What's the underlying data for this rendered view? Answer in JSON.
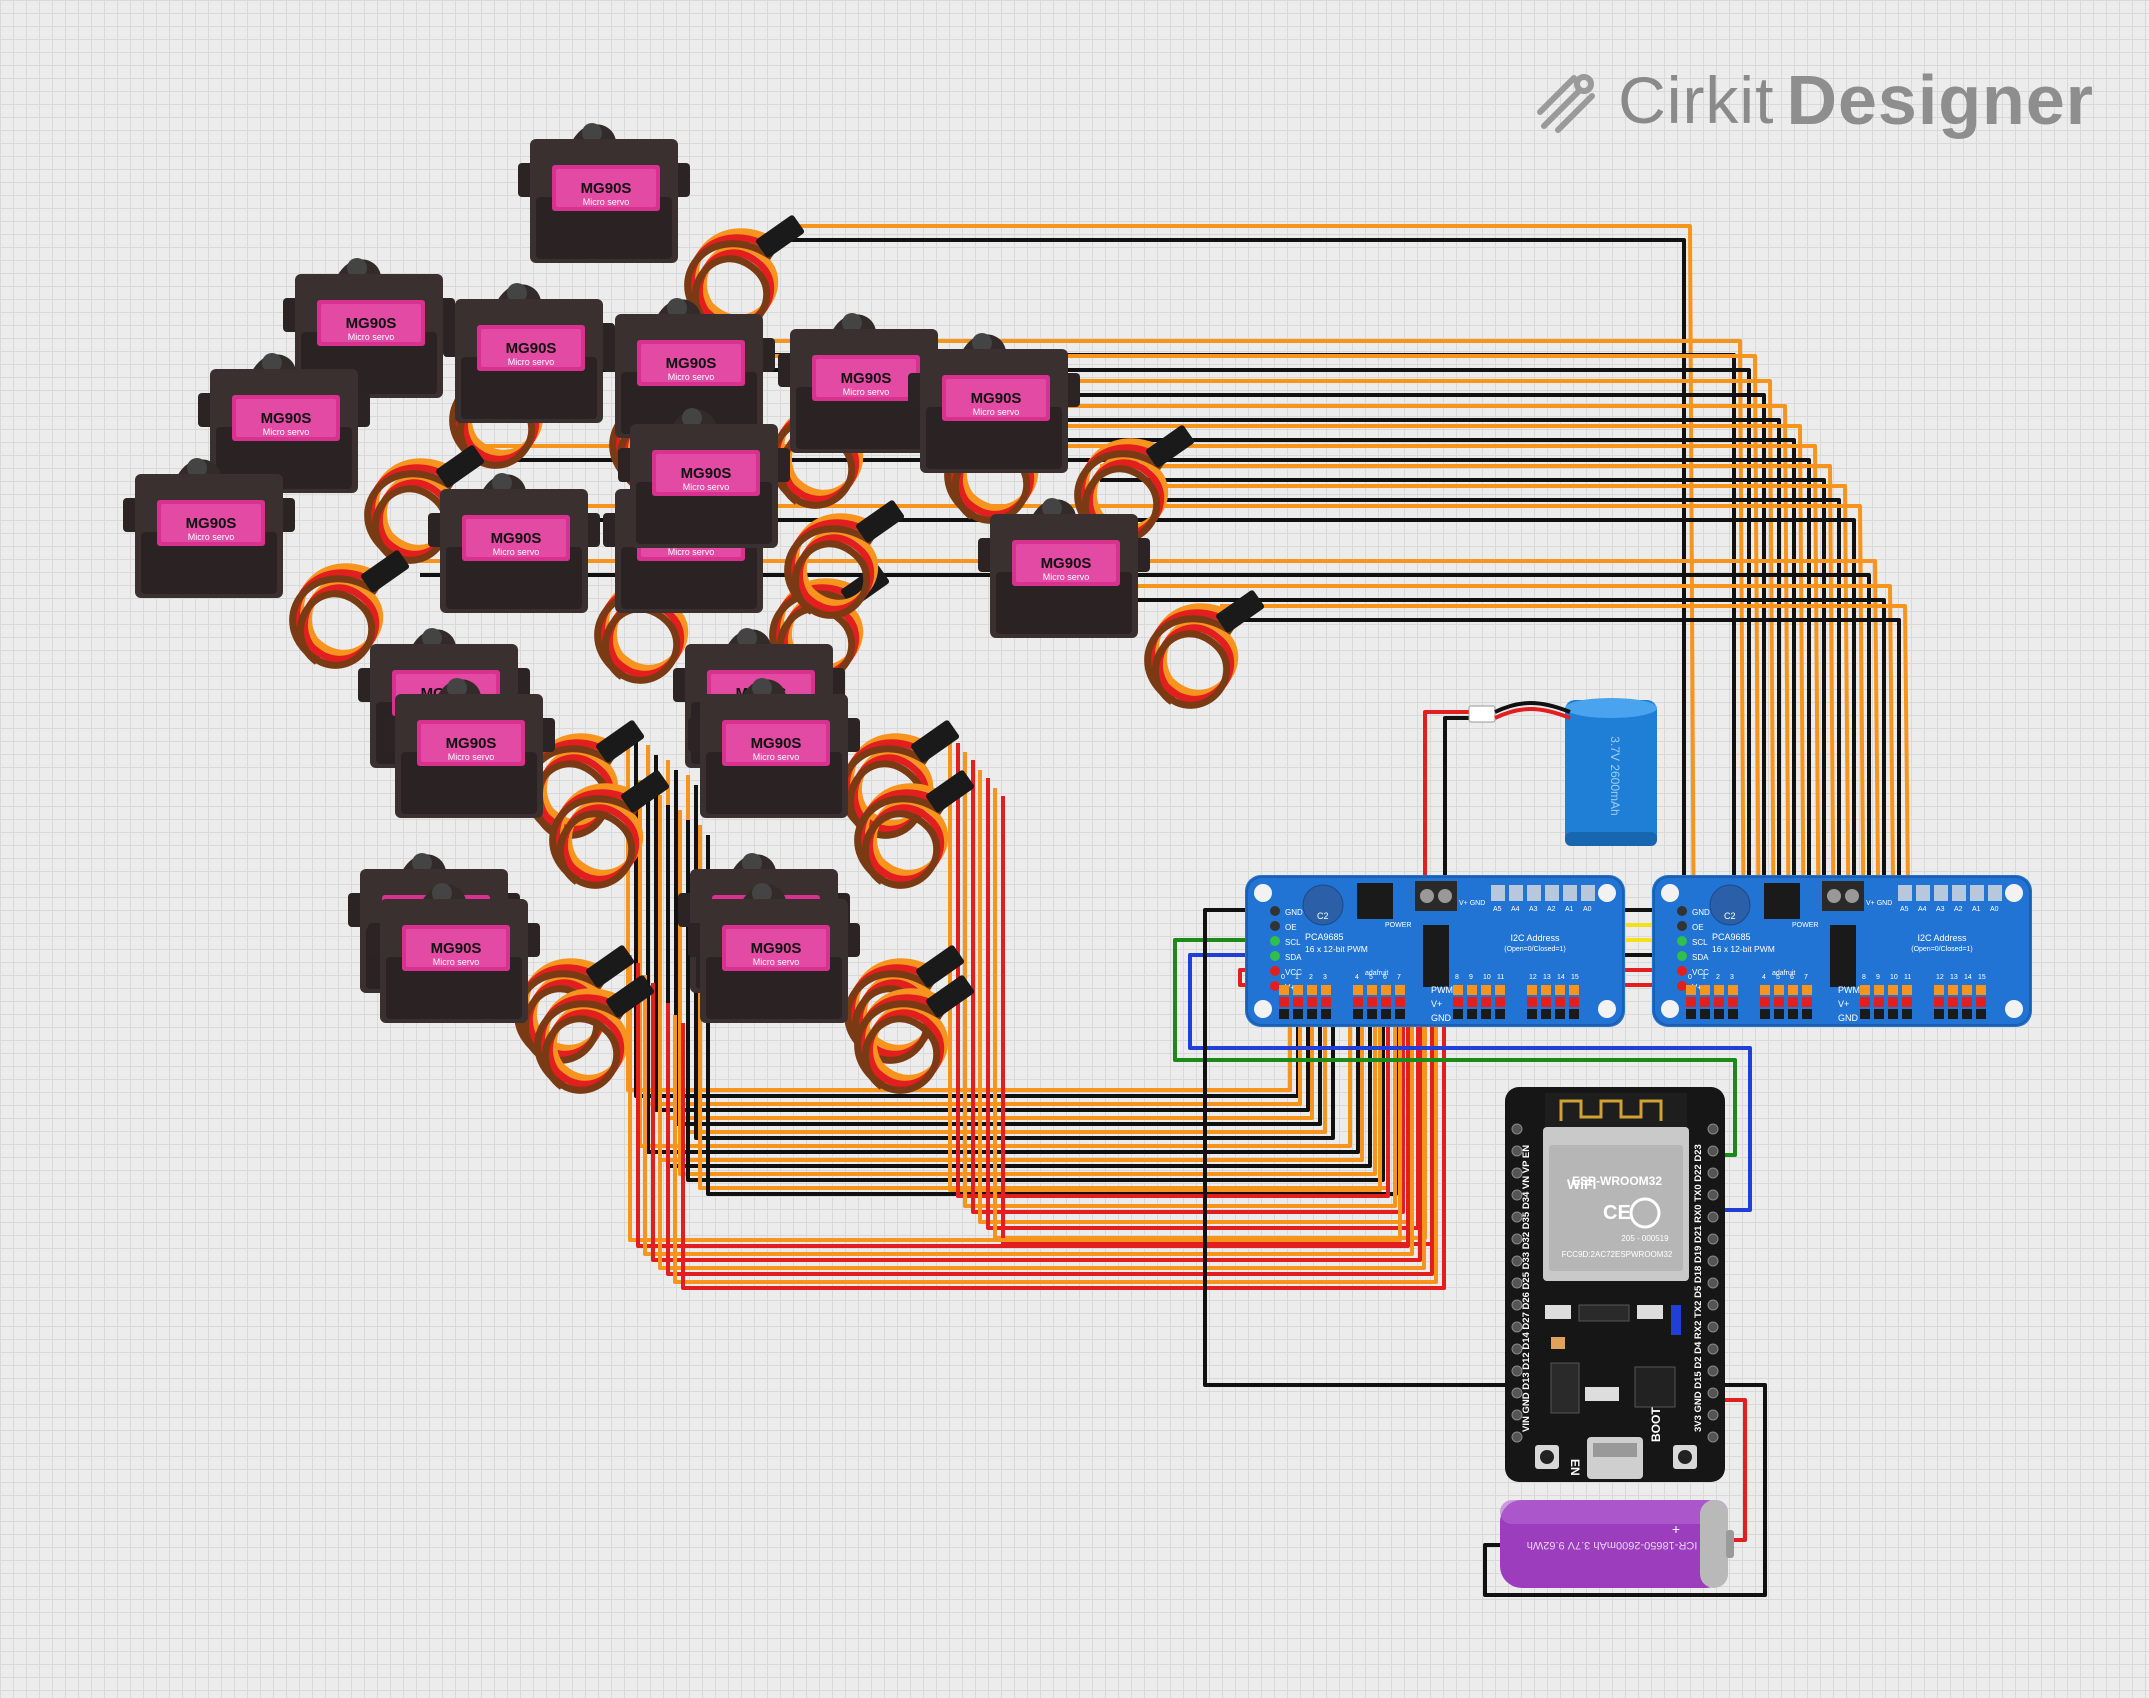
{
  "brand": {
    "name": "Cirkit",
    "product": "Designer"
  },
  "servo": {
    "model": "MG90S",
    "subtitle": "Micro servo"
  },
  "servos": [
    {
      "label": "MG90S"
    },
    {
      "label": "MG90S"
    },
    {
      "label": "MG90S"
    },
    {
      "label": "MG90S"
    },
    {
      "label": "MG90S"
    },
    {
      "label": "MG90S"
    },
    {
      "label": "MG90S"
    },
    {
      "label": "MG90S"
    },
    {
      "label": "MG90S"
    },
    {
      "label": "MG90S"
    },
    {
      "label": "MG90S"
    },
    {
      "label": "MG90S"
    },
    {
      "label": "MG90S"
    },
    {
      "label": "MG90S"
    },
    {
      "label": "MG90S"
    },
    {
      "label": "MG90S"
    },
    {
      "label": "MG90S"
    },
    {
      "label": "MG90S"
    },
    {
      "label": "MG90S"
    },
    {
      "label": "MG90S"
    }
  ],
  "pca9685": {
    "name": "PCA9685",
    "subtitle": "16 x 12-bit PWM",
    "i2c_title": "I2C Address",
    "i2c_sub": "(Open=0/Closed=1)",
    "power_label": "POWER",
    "brand": "adafruit",
    "left_pins": [
      "GND",
      "OE",
      "SCL",
      "SDA",
      "VCC",
      "V+"
    ],
    "address_pins": [
      "A5",
      "A4",
      "A3",
      "A2",
      "A1",
      "A0"
    ],
    "rail_labels": [
      "PWM",
      "V+",
      "GND"
    ],
    "channel_numbers_a": [
      "0",
      "1",
      "2",
      "3"
    ],
    "channel_numbers_b": [
      "4",
      "5",
      "6",
      "7"
    ],
    "channel_numbers_c": [
      "8",
      "9",
      "10",
      "11"
    ],
    "channel_numbers_d": [
      "12",
      "13",
      "14",
      "15"
    ],
    "cap_label": "C2",
    "ext_label": "V+ GND"
  },
  "esp32": {
    "module": "ESP-WROOM32",
    "fcc": "FCC9D:2AC72ESPWROOM32",
    "cert": "205 - 000519",
    "top_pins": "VIN GND D13 D12 D14 D27 D26 D25 D33 D32 D35 D34 VN VP EN",
    "bottom_pins": "3V3 GND D15 D2 D4 RX2 TX2 D5 D18 D19 D21 RX0 TX0 D22 D23",
    "btn_en": "EN",
    "btn_boot": "BOOT"
  },
  "battery_18650": {
    "label": "ICR-18650-2600mAh 3.7V 9.62Wh"
  },
  "battery_pack": {
    "label": "3.7V 2600mAh"
  },
  "wire_colors": {
    "signal": "#f7941d",
    "power": "#e31e1e",
    "ground": "#111111",
    "scl": "#1a8a1a",
    "sda": "#1f3fd6",
    "i2c_yellow": "#f2e01a"
  }
}
